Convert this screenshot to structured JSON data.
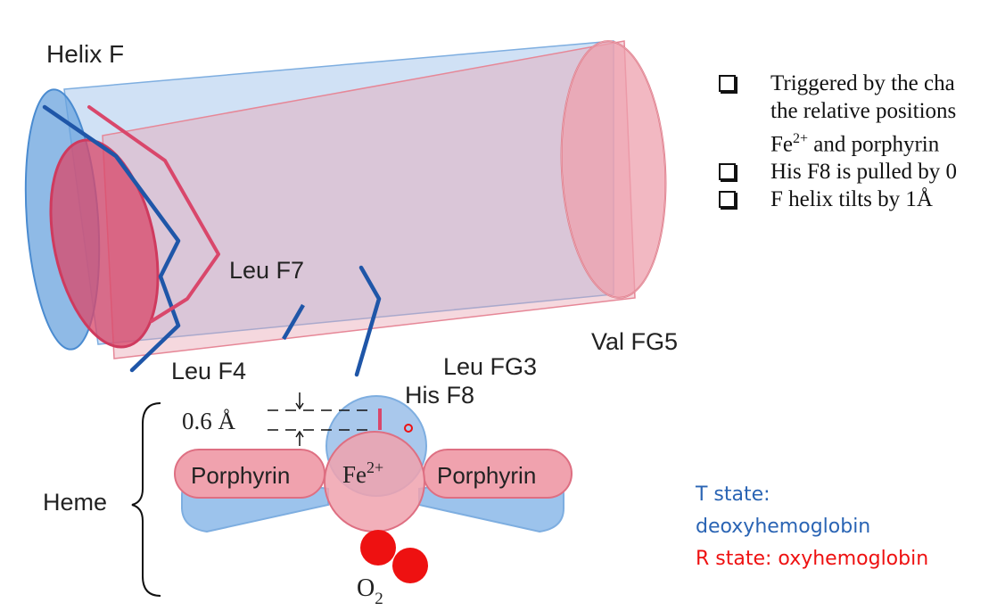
{
  "labels": {
    "helix": "Helix F",
    "leu_f7": "Leu F7",
    "leu_f4": "Leu F4",
    "leu_fg3": "Leu FG3",
    "val_fg5": "Val FG5",
    "his_f8": "His F8",
    "distance": "0.6 Å",
    "heme": "Heme",
    "porphyrin_left": "Porphyrin",
    "porphyrin_right": "Porphyrin",
    "iron": "Fe",
    "iron_charge": "2+",
    "oxygen": "O",
    "oxygen_sub": "2"
  },
  "bullets": [
    {
      "line1": "Triggered by the cha",
      "line2": "the relative positions",
      "line3_base": "Fe",
      "line3_sup": "2+",
      "line3_rest": " and porphyrin"
    },
    {
      "line1": "His F8 is pulled by 0"
    },
    {
      "line1": "F helix tilts by 1Å"
    }
  ],
  "legend": {
    "t_state_line1": "T state:",
    "t_state_line2": "deoxyhemoglobin",
    "r_state": "R state: oxyhemoglobin"
  },
  "colors": {
    "t_state": "#2a64b4",
    "r_state": "#ee1111",
    "blue_chain": "#1f56a8",
    "red_chain": "#d9476b",
    "cylinder_blue": "#8fb9e6",
    "cylinder_red": "#ee9aa5"
  }
}
